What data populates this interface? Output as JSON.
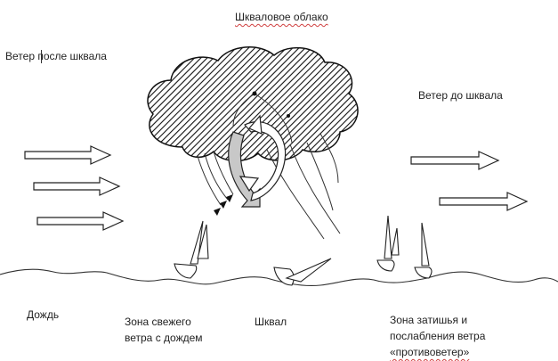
{
  "labels": {
    "cloud_title": "Шквал​овое облако",
    "wind_after": "Ветер после шквала",
    "wind_before": "Ветер до шквала",
    "rain": "Дождь",
    "fresh_zone_line1": "Зона свежего",
    "fresh_zone_line2": "ветра с дождем",
    "squall": "Шквал",
    "calm_line1": "Зона затишья и",
    "calm_line2": "послабления ветра",
    "calm_line3": "«противоветер»"
  },
  "colors": {
    "ink": "#222222",
    "spellcheck": "#d04040",
    "rotor": "#c8c8c8"
  },
  "icons": [
    "wind-arrow-icon",
    "sailboat-icon",
    "cloud-hatch-icon",
    "rotation-arrow-icon"
  ]
}
